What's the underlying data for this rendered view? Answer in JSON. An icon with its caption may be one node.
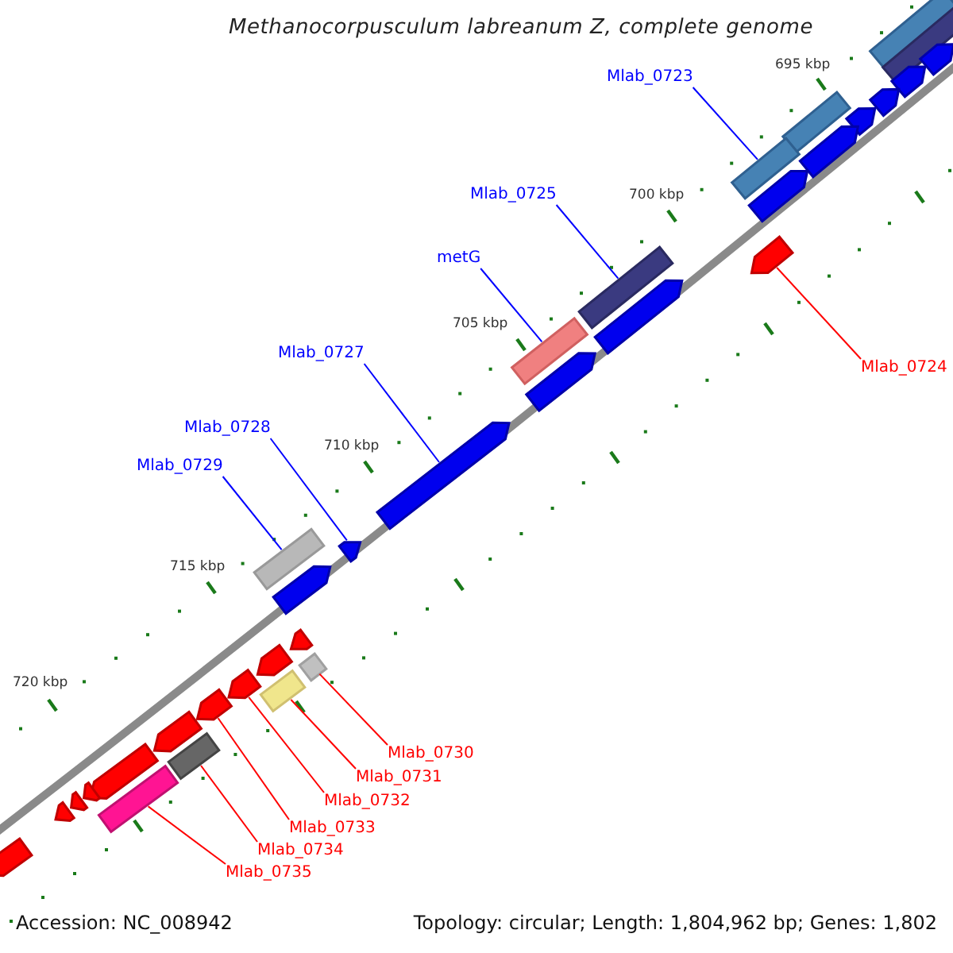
{
  "diagram": {
    "title": "Methanocorpusculum labreanum Z, complete genome",
    "nodes": [
      {
        "text": [
          "Mlab_0723"
        ]
      },
      {
        "text": [
          "Mlab_0725"
        ]
      },
      {
        "text": [
          "metG"
        ]
      },
      {
        "text": [
          "Mlab_0727"
        ]
      },
      {
        "text": [
          "Mlab_0724"
        ]
      },
      {
        "text": [
          "Mlab_0728"
        ]
      },
      {
        "text": [
          "Mlab_0729"
        ]
      },
      {
        "text": [
          "Mlab_0730"
        ]
      },
      {
        "text": [
          "Mlab_0731"
        ]
      },
      {
        "text": [
          "Mlab_0732"
        ]
      },
      {
        "text": [
          "Mlab_0733"
        ]
      },
      {
        "text": [
          "Mlab_0734"
        ]
      },
      {
        "text": [
          "Mlab_0735"
        ]
      },
      {
        "text": [],
        "shape": "bar"
      },
      {
        "text": [],
        "shape": "bar"
      },
      {
        "text": [],
        "shape": "arrow"
      },
      {
        "text": [],
        "shape": "arrow"
      },
      {
        "text": [],
        "shape": "arrow"
      },
      {
        "text": [],
        "shape": "arrow"
      },
      {
        "text": [],
        "shape": "bar"
      },
      {
        "text": [],
        "shape": "arrow"
      },
      {
        "text": [],
        "shape": "bar"
      },
      {
        "text": [],
        "shape": "arrow"
      },
      {
        "text": [],
        "shape": "arrow"
      },
      {
        "text": [],
        "shape": "bar"
      },
      {
        "text": [],
        "shape": "arrow"
      },
      {
        "text": [],
        "shape": "bar"
      },
      {
        "text": [],
        "shape": "arrow"
      },
      {
        "text": [],
        "shape": "arrow"
      },
      {
        "text": [],
        "shape": "arrow"
      },
      {
        "text": [],
        "shape": "bar"
      },
      {
        "text": [],
        "shape": "arrow"
      },
      {
        "text": [],
        "shape": "arrow"
      },
      {
        "text": [],
        "shape": "arrow"
      },
      {
        "text": [],
        "shape": "bar"
      },
      {
        "text": [],
        "shape": "arrow"
      },
      {
        "text": [],
        "shape": "bar"
      },
      {
        "text": [],
        "shape": "arrow"
      },
      {
        "text": [],
        "shape": "arrow"
      },
      {
        "text": [],
        "shape": "bar"
      },
      {
        "text": [],
        "shape": "arrow"
      },
      {
        "text": [],
        "shape": "bar"
      },
      {
        "text": [],
        "shape": "arrow"
      },
      {
        "text": [],
        "shape": "arrow"
      },
      {
        "text": [],
        "shape": "arrow"
      },
      {
        "text": [],
        "shape": "arrow"
      }
    ],
    "edges": [
      {
        "from": 0,
        "to": 21,
        "arrow": "none",
        "color": "#0000ff"
      },
      {
        "from": 1,
        "to": 24,
        "arrow": "none",
        "color": "#0000ff"
      },
      {
        "from": 2,
        "to": 26,
        "arrow": "none",
        "color": "#0000ff"
      },
      {
        "from": 3,
        "to": 28,
        "arrow": "none",
        "color": "#0000ff"
      },
      {
        "from": 4,
        "to": 23,
        "arrow": "none",
        "color": "#ff0000"
      },
      {
        "from": 5,
        "to": 29,
        "arrow": "none",
        "color": "#0000ff"
      },
      {
        "from": 6,
        "to": 30,
        "arrow": "none",
        "color": "#0000ff"
      },
      {
        "from": 7,
        "to": 34,
        "arrow": "none",
        "color": "#ff0000"
      },
      {
        "from": 8,
        "to": 36,
        "arrow": "none",
        "color": "#ff0000"
      },
      {
        "from": 9,
        "to": 35,
        "arrow": "none",
        "color": "#ff0000"
      },
      {
        "from": 10,
        "to": 37,
        "arrow": "none",
        "color": "#ff0000"
      },
      {
        "from": 11,
        "to": 39,
        "arrow": "none",
        "color": "#ff0000"
      },
      {
        "from": 12,
        "to": 41,
        "arrow": "none",
        "color": "#ff0000"
      }
    ],
    "labels": [
      "695 kbp",
      "700 kbp",
      "705 kbp",
      "710 kbp",
      "715 kbp",
      "720 kbp",
      "Accession: NC_008942",
      "Topology: circular; Length: 1,804,962 bp; Genes: 1,802"
    ]
  }
}
